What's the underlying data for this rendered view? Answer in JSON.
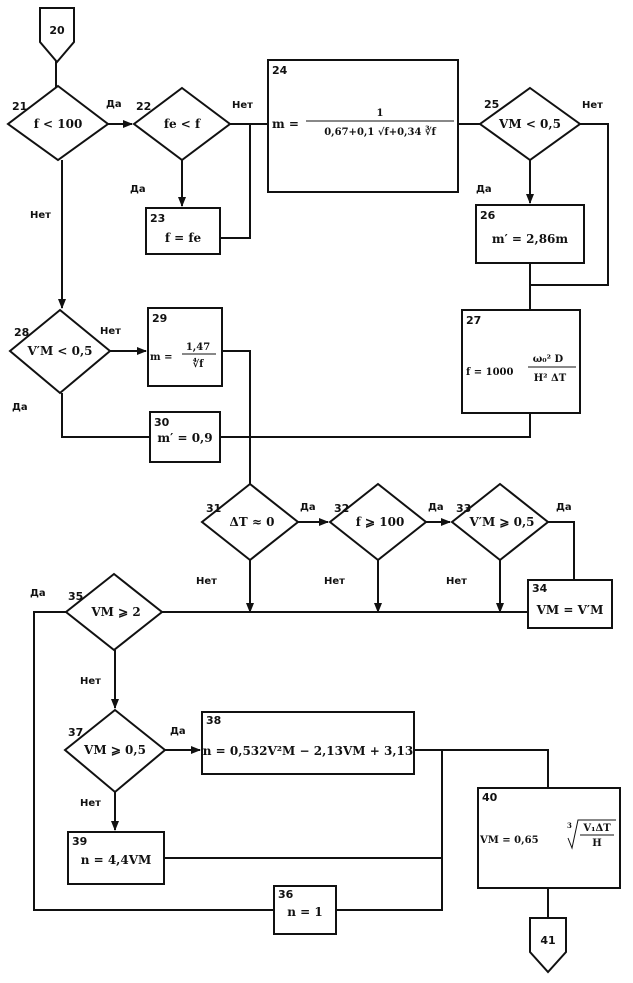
{
  "connectors": {
    "in": "20",
    "out": "41"
  },
  "blocks": {
    "b21": {
      "num": "21",
      "text": "f < 100"
    },
    "b22": {
      "num": "22",
      "text": "fe < f"
    },
    "b23": {
      "num": "23",
      "text": "f = fe"
    },
    "b24": {
      "num": "24",
      "lhs": "m =",
      "numerator": "1",
      "denominator": "0,67+0,1 √f+0,34 ∛f"
    },
    "b25": {
      "num": "25",
      "text": "VM < 0,5"
    },
    "b26": {
      "num": "26",
      "text": "m′ = 2,86m"
    },
    "b27": {
      "num": "27",
      "lhs": "f = 1000",
      "numerator": "ω₀² D",
      "denominator": "H² ΔT"
    },
    "b28": {
      "num": "28",
      "text": "V′M < 0,5"
    },
    "b29": {
      "num": "29",
      "lhs": "m =",
      "numerator": "1,47",
      "denominator": "∜f"
    },
    "b30": {
      "num": "30",
      "text": "m′ = 0,9"
    },
    "b31": {
      "num": "31",
      "text": "ΔT ≈ 0"
    },
    "b32": {
      "num": "32",
      "text": "f ⩾ 100"
    },
    "b33": {
      "num": "33",
      "text": "V′M ⩾ 0,5"
    },
    "b34": {
      "num": "34",
      "text": "VM = V′M"
    },
    "b35": {
      "num": "35",
      "text": "VM ⩾ 2"
    },
    "b36": {
      "num": "36",
      "text": "n = 1"
    },
    "b37": {
      "num": "37",
      "text": "VM ⩾ 0,5"
    },
    "b38": {
      "num": "38",
      "text": "n = 0,532V²M − 2,13VM + 3,13"
    },
    "b39": {
      "num": "39",
      "text": "n = 4,4VM"
    },
    "b40": {
      "num": "40",
      "lhs": "VM = 0,65",
      "root_index": "3",
      "numerator": "V₁ΔT",
      "denominator": "H"
    }
  },
  "labels": {
    "yes": "Да",
    "yes_alt": "Дa",
    "no": "Нет"
  }
}
